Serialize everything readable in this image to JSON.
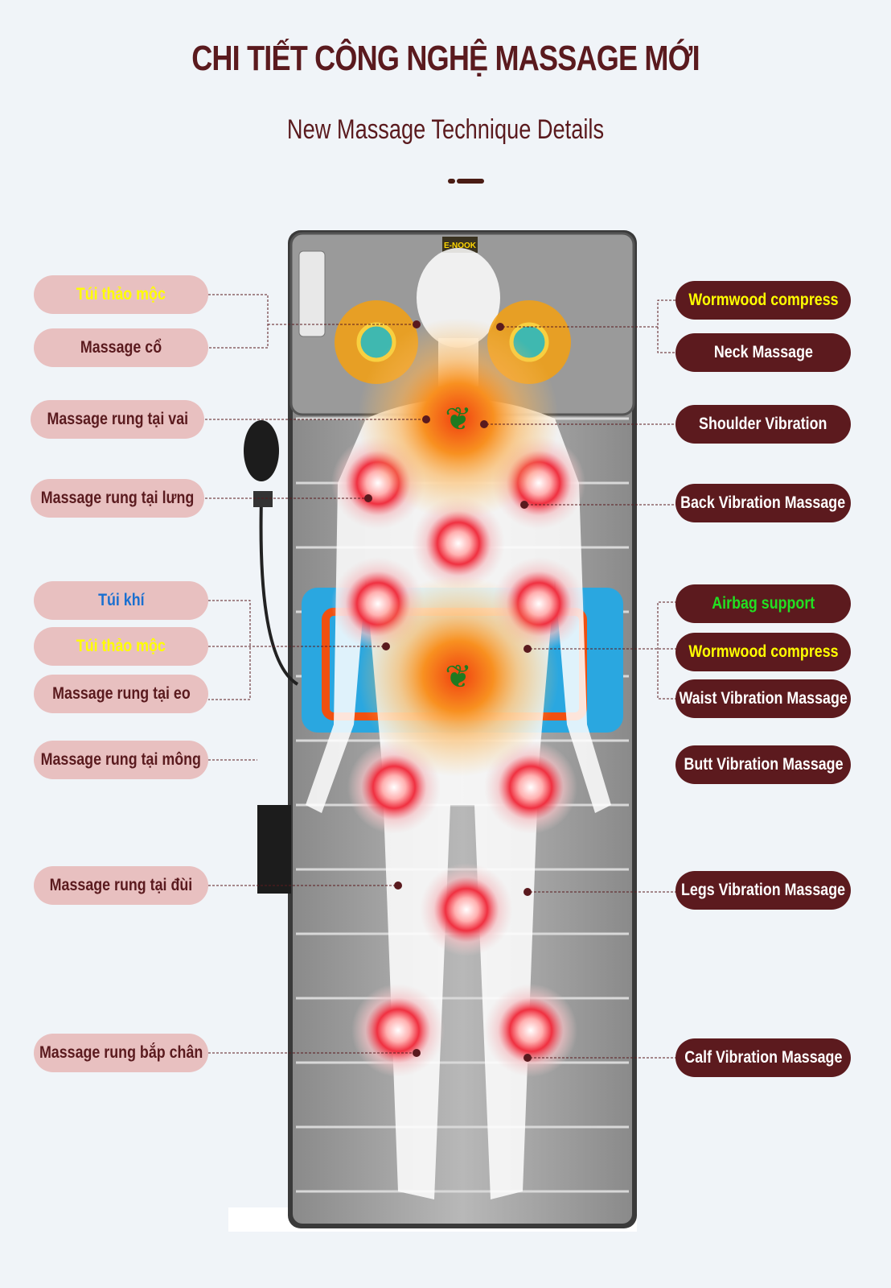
{
  "header": {
    "title": "CHI TIẾT CÔNG NGHỆ MASSAGE MỚI",
    "subtitle": "New Massage Technique Details"
  },
  "product": {
    "brand_logo": "E-NOOK"
  },
  "left_labels": [
    {
      "text": "Túi thảo mộc",
      "color": "#ffff00"
    },
    {
      "text": "Massage cổ",
      "color": "#5a1a1e"
    },
    {
      "text": "Massage rung tại vai",
      "color": "#5a1a1e"
    },
    {
      "text": "Massage rung tại lưng",
      "color": "#5a1a1e"
    },
    {
      "text": "Túi khí",
      "color": "#1a6fd0"
    },
    {
      "text": "Túi thảo mộc",
      "color": "#ffff00"
    },
    {
      "text": "Massage rung tại eo",
      "color": "#5a1a1e"
    },
    {
      "text": "Massage rung tại mông",
      "color": "#5a1a1e"
    },
    {
      "text": "Massage rung tại đùi",
      "color": "#5a1a1e"
    },
    {
      "text": "Massage rung bắp chân",
      "color": "#5a1a1e"
    }
  ],
  "right_labels": [
    {
      "text": "Wormwood compress",
      "color": "#ffff00"
    },
    {
      "text": "Neck Massage",
      "color": "#ffffff"
    },
    {
      "text": "Shoulder Vibration",
      "color": "#ffffff"
    },
    {
      "text": "Back Vibration Massage",
      "color": "#ffffff"
    },
    {
      "text": "Airbag support",
      "color": "#22e022"
    },
    {
      "text": "Wormwood compress",
      "color": "#ffff00"
    },
    {
      "text": "Waist Vibration Massage",
      "color": "#ffffff"
    },
    {
      "text": "Butt Vibration Massage",
      "color": "#ffffff"
    },
    {
      "text": "Legs Vibration Massage",
      "color": "#ffffff"
    },
    {
      "text": "Calf Vibration Massage",
      "color": "#ffffff"
    }
  ],
  "colors": {
    "brand": "#5a1a1e",
    "pill_left": "#e8c0c0",
    "pill_right": "#5c1a1e"
  }
}
